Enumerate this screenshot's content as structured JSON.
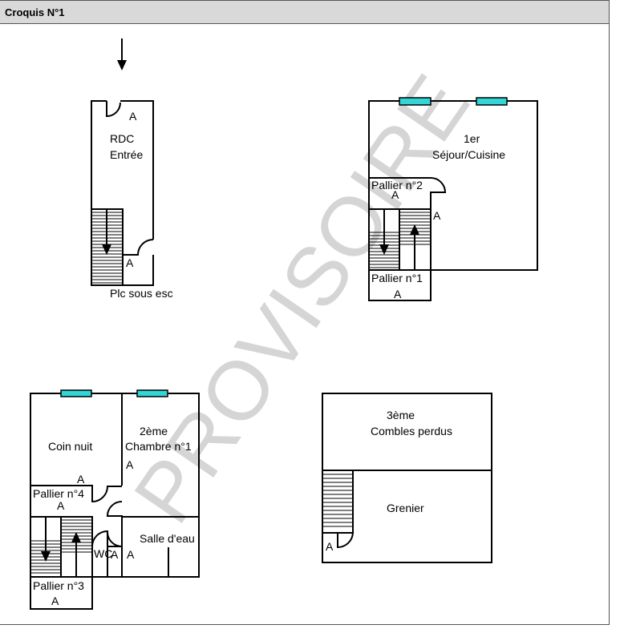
{
  "header": {
    "title": "Croquis N°1"
  },
  "watermark": "PROVISOIRE",
  "rdc": {
    "level": "RDC",
    "room": "Entrée",
    "door_a1": "A",
    "door_a2": "A",
    "under_stairs": "Plc sous esc"
  },
  "first": {
    "level": "1er",
    "room": "Séjour/Cuisine",
    "landing2": "Pallier n°2",
    "landing2_a": "A",
    "door_a": "A",
    "landing1": "Pallier n°1",
    "landing1_a": "A"
  },
  "second": {
    "room_left": "Coin nuit",
    "room_left_a": "A",
    "level": "2ème",
    "room_right": "Chambre n°1",
    "room_right_a": "A",
    "landing4": "Pallier n°4",
    "landing4_a": "A",
    "bath": "Salle d'eau",
    "bath_a": "A",
    "wc": "WC",
    "wc_a": "A",
    "landing3": "Pallier n°3",
    "landing3_a": "A"
  },
  "third": {
    "level": "3ème",
    "room": "Combles perdus",
    "attic": "Grenier",
    "door_a": "A"
  },
  "colors": {
    "window": "#33d6d6",
    "header_bg": "#d9d9d9",
    "watermark": "#b9b9b9"
  }
}
